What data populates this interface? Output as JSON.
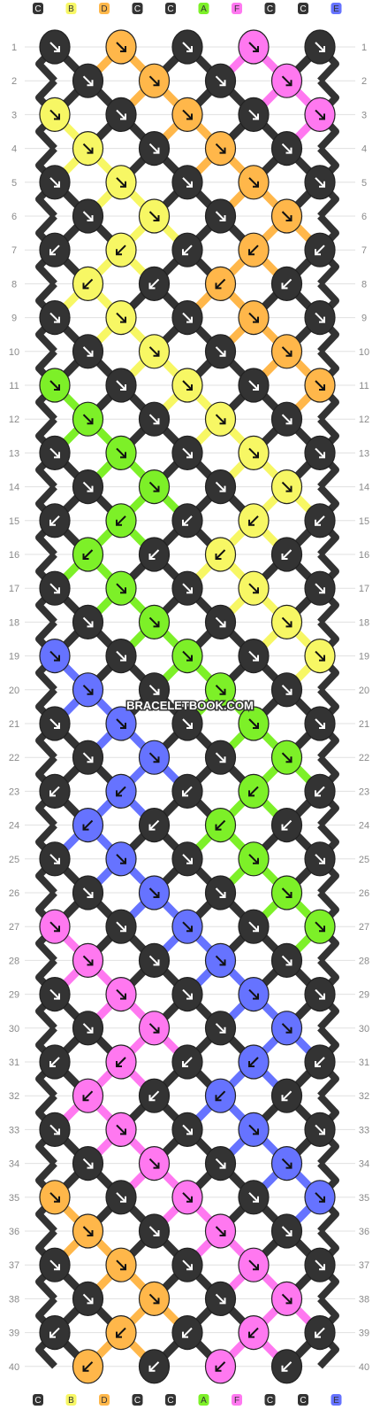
{
  "pattern": {
    "watermark": "BRACELETBOOK.COM",
    "strand_letters": [
      "C",
      "B",
      "D",
      "C",
      "C",
      "A",
      "F",
      "C",
      "C",
      "E"
    ],
    "colors": {
      "A": "#7df028",
      "B": "#f7f764",
      "C": "#333333",
      "D": "#ffb74a",
      "E": "#6673ff",
      "F": "#ff78f0"
    },
    "row_count": 40,
    "row_labels": [
      "1",
      "2",
      "3",
      "4",
      "5",
      "6",
      "7",
      "8",
      "9",
      "10",
      "11",
      "12",
      "13",
      "14",
      "15",
      "16",
      "17",
      "18",
      "19",
      "20",
      "21",
      "22",
      "23",
      "24",
      "25",
      "26",
      "27",
      "28",
      "29",
      "30",
      "31",
      "32",
      "33",
      "34",
      "35",
      "36",
      "37",
      "38",
      "39",
      "40"
    ]
  },
  "chart_data": {
    "type": "table",
    "description_keys": [
      "knot_rows"
    ],
    "knot_rows": [
      [
        "C",
        "D",
        "C",
        "F",
        "C"
      ],
      [
        "C",
        "D",
        "C",
        "F"
      ],
      [
        "B",
        "C",
        "D",
        "C",
        "F"
      ],
      [
        "B",
        "C",
        "D",
        "C"
      ],
      [
        "C",
        "B",
        "C",
        "D",
        "C"
      ],
      [
        "C",
        "B",
        "C",
        "D"
      ],
      [
        "C",
        "B",
        "C",
        "D",
        "C"
      ],
      [
        "B",
        "C",
        "D",
        "C"
      ],
      [
        "C",
        "B",
        "C",
        "D",
        "C"
      ],
      [
        "C",
        "B",
        "C",
        "D"
      ],
      [
        "A",
        "C",
        "B",
        "C",
        "D"
      ],
      [
        "A",
        "C",
        "B",
        "C"
      ],
      [
        "C",
        "A",
        "C",
        "B",
        "C"
      ],
      [
        "C",
        "A",
        "C",
        "B"
      ],
      [
        "C",
        "A",
        "C",
        "B",
        "C"
      ],
      [
        "A",
        "C",
        "B",
        "C"
      ],
      [
        "C",
        "A",
        "C",
        "B",
        "C"
      ],
      [
        "C",
        "A",
        "C",
        "B"
      ],
      [
        "E",
        "C",
        "A",
        "C",
        "B"
      ],
      [
        "E",
        "C",
        "A",
        "C"
      ],
      [
        "C",
        "E",
        "C",
        "A",
        "C"
      ],
      [
        "C",
        "E",
        "C",
        "A"
      ],
      [
        "C",
        "E",
        "C",
        "A",
        "C"
      ],
      [
        "E",
        "C",
        "A",
        "C"
      ],
      [
        "C",
        "E",
        "C",
        "A",
        "C"
      ],
      [
        "C",
        "E",
        "C",
        "A"
      ],
      [
        "F",
        "C",
        "E",
        "C",
        "A"
      ],
      [
        "F",
        "C",
        "E",
        "C"
      ],
      [
        "C",
        "F",
        "C",
        "E",
        "C"
      ],
      [
        "C",
        "F",
        "C",
        "E"
      ],
      [
        "C",
        "F",
        "C",
        "E",
        "C"
      ],
      [
        "F",
        "C",
        "E",
        "C"
      ],
      [
        "C",
        "F",
        "C",
        "E",
        "C"
      ],
      [
        "C",
        "F",
        "C",
        "E"
      ],
      [
        "D",
        "C",
        "F",
        "C",
        "E"
      ],
      [
        "D",
        "C",
        "F",
        "C"
      ],
      [
        "C",
        "D",
        "C",
        "F",
        "C"
      ],
      [
        "C",
        "D",
        "C",
        "F"
      ],
      [
        "C",
        "D",
        "C",
        "F",
        "C"
      ],
      [
        "D",
        "C",
        "F",
        "C"
      ]
    ],
    "knot_arrows": [
      [
        "se",
        "se",
        "se",
        "se",
        "se"
      ],
      [
        "se",
        "se",
        "se",
        "se"
      ],
      [
        "se",
        "se",
        "se",
        "se",
        "se"
      ],
      [
        "se",
        "se",
        "se",
        "se"
      ],
      [
        "se",
        "se",
        "se",
        "se",
        "se"
      ],
      [
        "se",
        "se",
        "se",
        "se"
      ],
      [
        "sw",
        "sw",
        "sw",
        "sw",
        "sw"
      ],
      [
        "sw",
        "sw",
        "sw",
        "sw"
      ],
      [
        "se",
        "se",
        "se",
        "se",
        "se"
      ],
      [
        "se",
        "se",
        "se",
        "se"
      ],
      [
        "se",
        "se",
        "se",
        "se",
        "se"
      ],
      [
        "se",
        "se",
        "se",
        "se"
      ],
      [
        "se",
        "se",
        "se",
        "se",
        "se"
      ],
      [
        "se",
        "se",
        "se",
        "se"
      ],
      [
        "sw",
        "sw",
        "sw",
        "sw",
        "sw"
      ],
      [
        "sw",
        "sw",
        "sw",
        "sw"
      ],
      [
        "se",
        "se",
        "se",
        "se",
        "se"
      ],
      [
        "se",
        "se",
        "se",
        "se"
      ],
      [
        "se",
        "se",
        "se",
        "se",
        "se"
      ],
      [
        "se",
        "se",
        "se",
        "se"
      ],
      [
        "se",
        "se",
        "se",
        "se",
        "se"
      ],
      [
        "se",
        "se",
        "se",
        "se"
      ],
      [
        "sw",
        "sw",
        "sw",
        "sw",
        "sw"
      ],
      [
        "sw",
        "sw",
        "sw",
        "sw"
      ],
      [
        "se",
        "se",
        "se",
        "se",
        "se"
      ],
      [
        "se",
        "se",
        "se",
        "se"
      ],
      [
        "se",
        "se",
        "se",
        "se",
        "se"
      ],
      [
        "se",
        "se",
        "se",
        "se"
      ],
      [
        "se",
        "se",
        "se",
        "se",
        "se"
      ],
      [
        "se",
        "se",
        "se",
        "se"
      ],
      [
        "sw",
        "sw",
        "sw",
        "sw",
        "sw"
      ],
      [
        "sw",
        "sw",
        "sw",
        "sw"
      ],
      [
        "se",
        "se",
        "se",
        "se",
        "se"
      ],
      [
        "se",
        "se",
        "se",
        "se"
      ],
      [
        "se",
        "se",
        "se",
        "se",
        "se"
      ],
      [
        "se",
        "se",
        "se",
        "se"
      ],
      [
        "se",
        "se",
        "se",
        "se",
        "se"
      ],
      [
        "se",
        "se",
        "se",
        "se"
      ],
      [
        "sw",
        "sw",
        "sw",
        "sw",
        "sw"
      ],
      [
        "sw",
        "sw",
        "sw",
        "sw"
      ]
    ]
  }
}
